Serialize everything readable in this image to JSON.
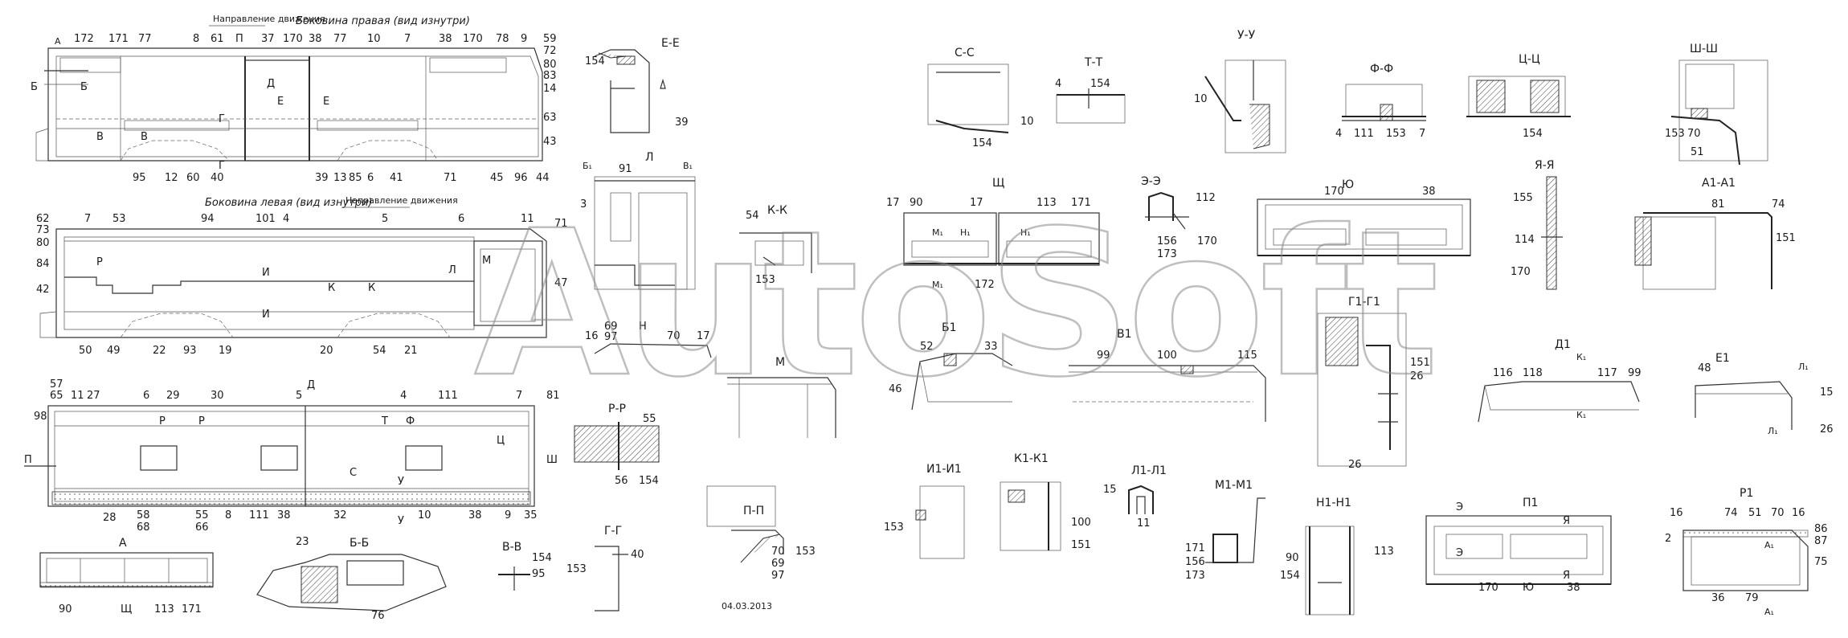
{
  "captions": {
    "right_side": "Боковина правая (вид изнутри)",
    "left_side": "Боковина левая (вид изнутри)",
    "direction": "Направление движения",
    "date": "04.03.2013"
  },
  "watermark": "AutoSoft",
  "views": [
    "А",
    "Б-Б",
    "В-В",
    "Г-Г",
    "Е-Е",
    "Л",
    "К-К",
    "Н",
    "М",
    "Р-Р",
    "П-П",
    "С-С",
    "Т-Т",
    "Щ",
    "Б1",
    "В1",
    "Э-Э",
    "Ю",
    "У-У",
    "Ф-Ф",
    "Ц-Ц",
    "Я-Я",
    "Г1-Г1",
    "Ш-Ш",
    "А1-А1",
    "Д1",
    "Е1",
    "И1-И1",
    "К1-К1",
    "Л1-Л1",
    "М1-М1",
    "Н1-Н1",
    "П1",
    "Р1"
  ],
  "callouts": {
    "right_side_top": [
      "172",
      "171",
      "77",
      "8",
      "61",
      "П",
      "37",
      "170",
      "38",
      "77",
      "10",
      "7",
      "38",
      "170",
      "78",
      "9",
      "59",
      "72",
      "80",
      "83",
      "14",
      "63",
      "43"
    ],
    "right_side_bottom": [
      "95",
      "12",
      "60",
      "40",
      "39",
      "13",
      "85",
      "6",
      "41",
      "71",
      "45",
      "96",
      "44"
    ],
    "left_side_top": [
      "62",
      "73",
      "80",
      "84",
      "42",
      "7",
      "53",
      "94",
      "101",
      "4",
      "5",
      "6",
      "11",
      "71",
      "47"
    ],
    "left_side_bottom": [
      "50",
      "49",
      "22",
      "93",
      "19",
      "20",
      "54",
      "21"
    ],
    "roof_top": [
      "57",
      "65",
      "98",
      "11",
      "27",
      "6",
      "29",
      "30",
      "5",
      "4",
      "111",
      "7",
      "81"
    ],
    "roof_bottom": [
      "28",
      "58",
      "68",
      "55",
      "66",
      "8",
      "111",
      "38",
      "32",
      "10",
      "38",
      "9",
      "35"
    ],
    "view_a": [
      "90",
      "Щ",
      "113",
      "171"
    ],
    "view_bb": [
      "23",
      "76"
    ],
    "view_vv": [
      "154",
      "95"
    ],
    "view_gg": [
      "40",
      "153"
    ],
    "view_ee": [
      "154",
      "39"
    ],
    "view_l": [
      "91",
      "3",
      "69",
      "97",
      "70",
      "17",
      "16"
    ],
    "view_kk": [
      "54",
      "153"
    ],
    "view_rr": [
      "55",
      "56",
      "154"
    ],
    "view_pp": [
      "70",
      "69",
      "97",
      "153"
    ],
    "view_ss": [
      "10",
      "154"
    ],
    "view_tt": [
      "4",
      "154"
    ],
    "view_sch": [
      "17",
      "90",
      "17",
      "113",
      "171",
      "172"
    ],
    "view_b1": [
      "52",
      "33",
      "46"
    ],
    "view_v1": [
      "99",
      "100",
      "115"
    ],
    "view_ee3": [
      "112",
      "156",
      "173",
      "170"
    ],
    "view_yu": [
      "170",
      "38"
    ],
    "view_uu": [
      "10"
    ],
    "view_ff": [
      "4",
      "111",
      "153",
      "7"
    ],
    "view_tsts": [
      "154"
    ],
    "view_yaya": [
      "155",
      "114",
      "170"
    ],
    "view_g1g1": [
      "151",
      "26",
      "26"
    ],
    "view_shsh": [
      "153",
      "70",
      "51"
    ],
    "view_a1a1": [
      "81",
      "74",
      "151"
    ],
    "view_d1": [
      "116",
      "118",
      "117",
      "99"
    ],
    "view_e1": [
      "48",
      "15",
      "26"
    ],
    "view_i1i1": [
      "153"
    ],
    "view_k1k1": [
      "100",
      "151"
    ],
    "view_l1l1": [
      "15",
      "11"
    ],
    "view_m1m1": [
      "171",
      "156",
      "173"
    ],
    "view_n1n1": [
      "90",
      "154",
      "113"
    ],
    "view_p1": [
      "170",
      "38"
    ],
    "view_r1": [
      "16",
      "74",
      "51",
      "70",
      "16",
      "86",
      "87",
      "75",
      "2",
      "36",
      "79"
    ]
  }
}
